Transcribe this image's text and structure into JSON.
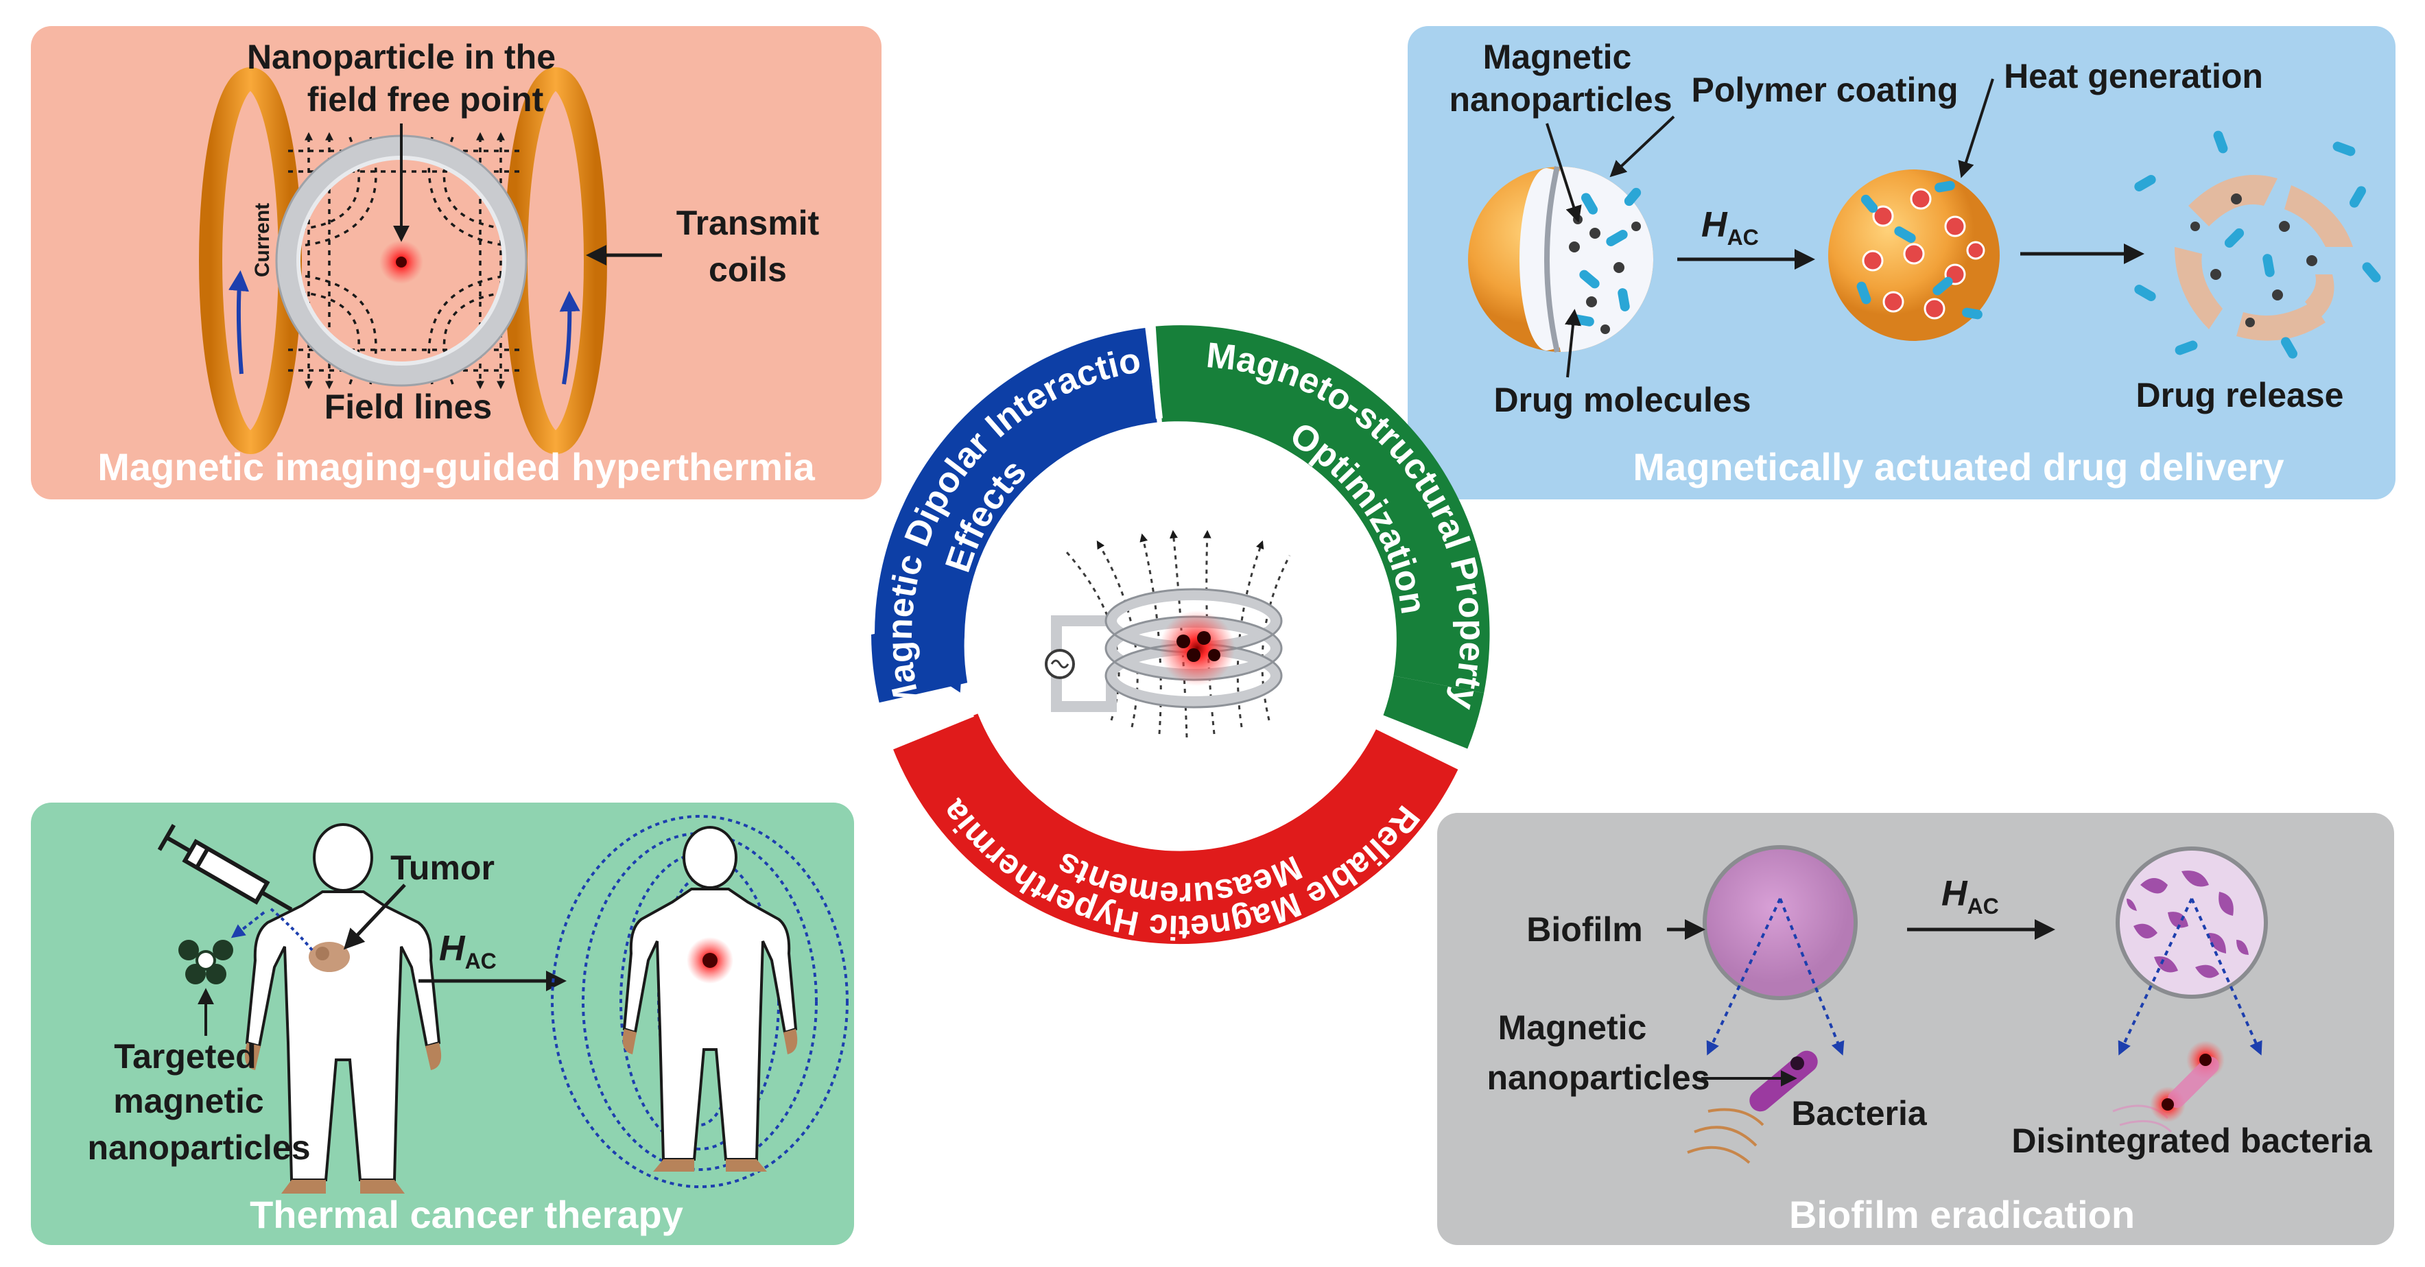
{
  "colors": {
    "panel_hyperthermia": "#f7b7a3",
    "panel_drug": "#a9d2ef",
    "panel_cancer": "#8fd3b0",
    "panel_biofilm": "#c2c3c4",
    "ring_blue": "#0d3fa6",
    "ring_green": "#17803a",
    "ring_red": "#e01b1b",
    "coil_orange": "#f0941c"
  },
  "panels": {
    "hyperthermia": {
      "title": "Magnetic imaging-guided hyperthermia",
      "labels": {
        "nanoparticle_line1": "Nanoparticle in the",
        "nanoparticle_line2": "field free point",
        "transmit_line1": "Transmit",
        "transmit_line2": "coils",
        "field_lines": "Field lines",
        "current": "Current"
      }
    },
    "drug_delivery": {
      "title": "Magnetically actuated drug delivery",
      "labels": {
        "magnetic_line1": "Magnetic",
        "magnetic_line2": "nanoparticles",
        "polymer": "Polymer coating",
        "heat": "Heat generation",
        "drug_molecules": "Drug molecules",
        "drug_release": "Drug release",
        "h_ac": "H",
        "h_ac_sub": "AC"
      }
    },
    "cancer": {
      "title": "Thermal cancer therapy",
      "labels": {
        "tumor": "Tumor",
        "targeted_line1": "Targeted",
        "targeted_line2": "magnetic",
        "targeted_line3": "nanoparticles",
        "h_ac": "H",
        "h_ac_sub": "AC"
      }
    },
    "biofilm": {
      "title": "Biofilm eradication",
      "labels": {
        "biofilm": "Biofilm",
        "magnetic_line1": "Magnetic",
        "magnetic_line2": "nanoparticles",
        "bacteria": "Bacteria",
        "disintegrated": "Disintegrated bacteria",
        "h_ac": "H",
        "h_ac_sub": "AC"
      }
    }
  },
  "ring": {
    "blue_line1": "Magnetic Dipolar Interaction",
    "blue_line2": "Effects",
    "green_line1": "Magneto-structural Property",
    "green_line2": "Optimization",
    "red_line1": "Reliable Magnetic Hyperthermia",
    "red_line2": "Measurements"
  }
}
